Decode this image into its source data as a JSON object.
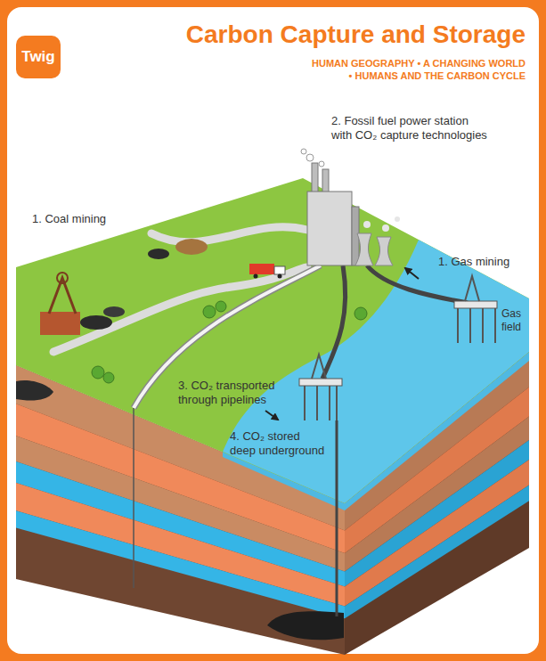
{
  "diagram": {
    "title": "Carbon Capture and Storage",
    "nodes": [
      {
        "text": [
          "Twig"
        ]
      }
    ],
    "labels": [
      "HUMAN GEOGRAPHY • A CHANGING WORLD • HUMANS AND THE CARBON CYCLE",
      "2. Fossil fuel power station with CO₂ capture technologies",
      "1. Coal mining",
      "1. Gas mining",
      "Gas field",
      "3. CO₂ transported through pipelines",
      "4. CO₂ stored deep underground"
    ]
  }
}
